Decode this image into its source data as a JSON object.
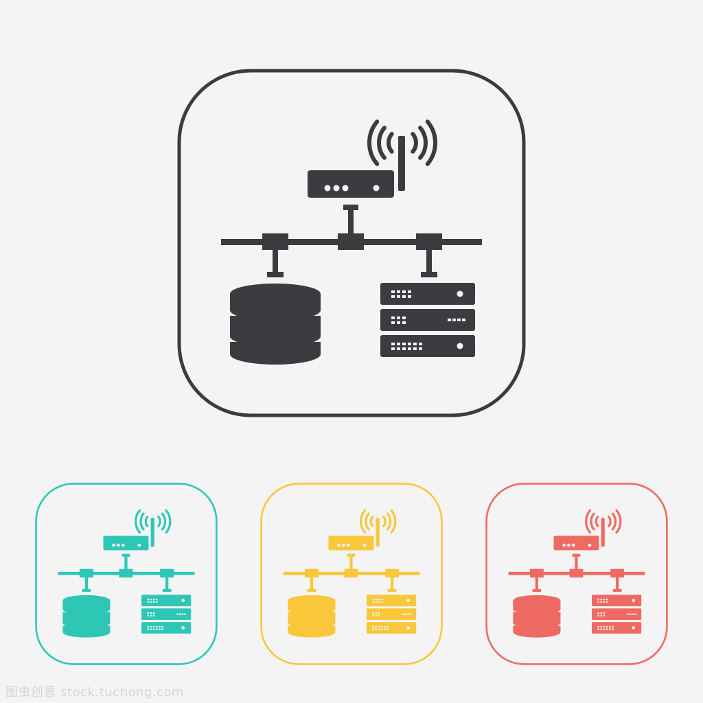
{
  "icons": [
    {
      "id": "main",
      "color": "#3b3b40",
      "variant": "dark"
    },
    {
      "id": "teal",
      "color": "#2ec7b6",
      "variant": "teal"
    },
    {
      "id": "yellow",
      "color": "#f8c73a",
      "variant": "yellow"
    },
    {
      "id": "red",
      "color": "#ef6a63",
      "variant": "coral"
    }
  ],
  "background": "#f4f4f4",
  "watermark": {
    "text": "图虫创意 stock.tuchong.com"
  }
}
